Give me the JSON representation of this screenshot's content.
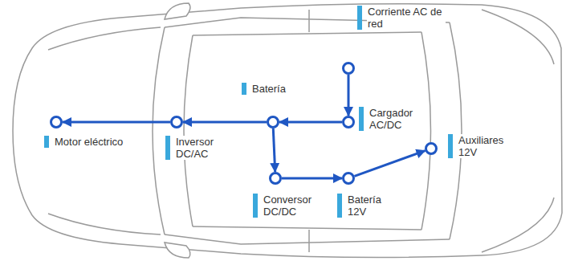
{
  "diagram": {
    "nodes": [
      {
        "text": [
          "Corriente AC de red"
        ]
      },
      {
        "text": [
          "Cargador AC/DC"
        ]
      },
      {
        "text": [
          "Batería"
        ]
      },
      {
        "text": [
          "Inversor DC/AC"
        ]
      },
      {
        "text": [
          "Motor eléctrico"
        ]
      },
      {
        "text": [
          "Conversor DC/DC"
        ]
      },
      {
        "text": [
          "Batería 12V"
        ]
      },
      {
        "text": [
          "Auxiliares 12V"
        ]
      }
    ],
    "edges": [
      {
        "from": 0,
        "to": 1,
        "arrow": "to"
      },
      {
        "from": 1,
        "to": 2,
        "arrow": "to"
      },
      {
        "from": 2,
        "to": 3,
        "arrow": "to"
      },
      {
        "from": 3,
        "to": 4,
        "arrow": "to"
      },
      {
        "from": 2,
        "to": 5,
        "arrow": "to"
      },
      {
        "from": 5,
        "to": 6,
        "arrow": "to"
      },
      {
        "from": 6,
        "to": 7,
        "arrow": "to"
      }
    ]
  }
}
